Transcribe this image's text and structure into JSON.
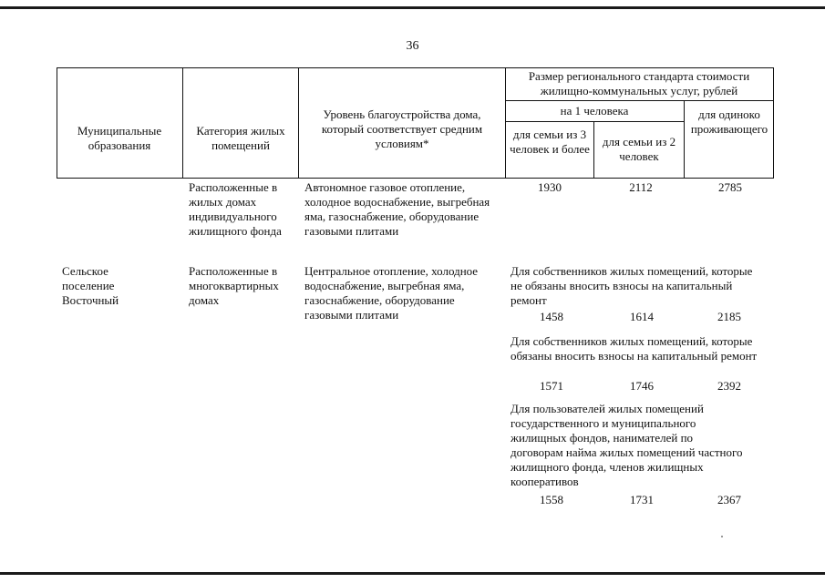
{
  "page_number": "36",
  "header": {
    "municipality": "Муниципальные образования",
    "category": "Категория жилых помещений",
    "level": "Уровень благоустройства дома, который соответствует средним условиям*",
    "standard_size": "Размер регионального стандарта стоимости жилищно-коммунальных услуг, рублей",
    "per_person": "на 1 человека",
    "family3": "для семьи из 3 человек и более",
    "family2": "для семьи из 2 человек",
    "single": "для одиноко проживающего"
  },
  "rows": {
    "municipality": "Сельское поселение Восточный",
    "row1": {
      "category": "Расположенные в жилых домах индивидуального жилищного фонда",
      "level": "Автономное газовое отопление, холодное водоснабжение, выгребная яма, газоснабжение, оборудование газовыми плитами",
      "family3": "1930",
      "family2": "2112",
      "single": "2785"
    },
    "row2": {
      "category": "Расположенные в многоквартирных домах",
      "level": "Центральное отопление, холодное водоснабжение, выгребная яма, газоснабжение, оборудование газовыми плитами",
      "groups": [
        {
          "label": "Для собственников жилых помещений, которые не обязаны вносить взносы на капитальный ремонт",
          "family3": "1458",
          "family2": "1614",
          "single": "2185"
        },
        {
          "label": "Для собственников жилых помещений, которые обязаны вносить взносы на капитальный ремонт",
          "family3": "1571",
          "family2": "1746",
          "single": "2392"
        },
        {
          "label": "Для пользователей жилых помещений государственного и муниципального жилищных фондов, нанимателей по договорам найма жилых помещений частного жилищного фонда, членов жилищных кооперативов",
          "family3": "1558",
          "family2": "1731",
          "single": "2367"
        }
      ]
    }
  }
}
